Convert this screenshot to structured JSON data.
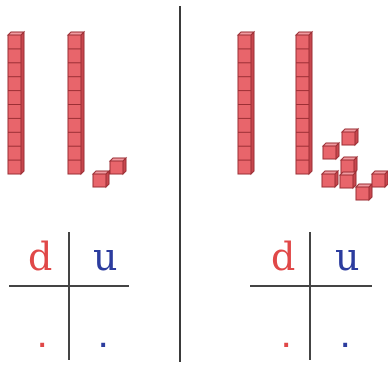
{
  "colors": {
    "block_fill": "#e8656b",
    "block_stroke": "#9c2f35",
    "tens_label": "#e04848",
    "units_label": "#2c3c9e",
    "divider": "#3a3a3a",
    "grid_line": "#444444"
  },
  "panels": [
    {
      "id": "left",
      "tens_rods": 2,
      "unit_cubes": 2,
      "tens_label": "d",
      "units_label": "u",
      "tens_answer": ".",
      "units_answer": "."
    },
    {
      "id": "right",
      "tens_rods": 2,
      "unit_cubes": 7,
      "tens_label": "d",
      "units_label": "u",
      "tens_answer": ".",
      "units_answer": "."
    }
  ]
}
